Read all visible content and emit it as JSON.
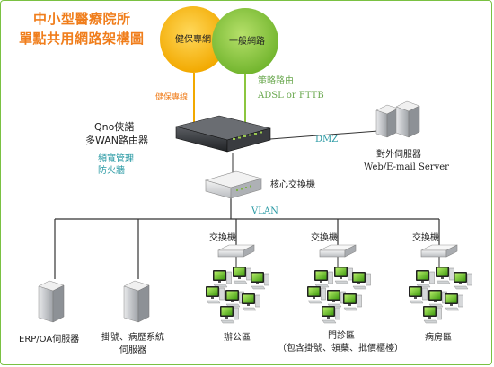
{
  "title": {
    "line1": "中小型醫療院所",
    "line2": "單點共用網路架構圖"
  },
  "circles": {
    "yellow_label": "健保專網",
    "green_label": "一般網路"
  },
  "links": {
    "nhi_line_label": "健保專線",
    "policy_route_label": "策略路由",
    "adsl_label": "ADSL or FTTB",
    "dmz_label": "DMZ",
    "vlan_label": "VLAN"
  },
  "router": {
    "line1": "Qno俠諾",
    "line2": "多WAN路由器",
    "feature1": "頻寬管理",
    "feature2": "防火牆"
  },
  "core_switch": {
    "label": "核心交換機"
  },
  "external_server": {
    "line1": "對外伺服器",
    "line2": "Web/E-mail Server"
  },
  "switches": {
    "switch1": "交換機",
    "switch2": "交換機",
    "switch3": "交換機"
  },
  "bottom_nodes": {
    "erp_server": "ERP/OA伺服器",
    "his_server_line1": "掛號、病歷系統",
    "his_server_line2": "伺服器",
    "office_area": "辦公區",
    "clinic_area": "門診區",
    "clinic_detail": "（包含掛號、領藥、批價櫃檯）",
    "ward_area": "病房區"
  },
  "colors": {
    "yellow": "#f5b800",
    "green": "#8cc63f",
    "orange_text": "#f07e1c",
    "teal_text": "#2a9aa4",
    "border": "#7ac142"
  }
}
